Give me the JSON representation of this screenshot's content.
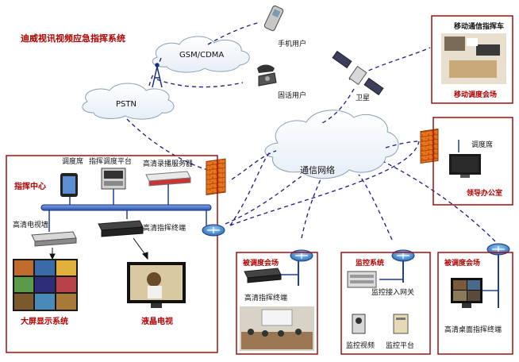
{
  "title": "迪威视讯视频应急指挥系统",
  "clouds": {
    "gsm": "GSM/CDMA",
    "pstn": "PSTN",
    "network": "通信网络"
  },
  "users": {
    "mobile": "手机用户",
    "fixed": "固话用户",
    "satellite": "卫星"
  },
  "command_center": {
    "label": "指挥中心",
    "dispatch_seat": "调度席",
    "dispatch_platform": "指挥调度平台",
    "recording_server": "高清录播服务器",
    "video_wall": "高清电视墙",
    "hd_terminal": "高清指挥终端",
    "big_screen": "大屏显示系统",
    "lcd_tv": "液晶电视"
  },
  "mobile_vehicle": {
    "title": "移动通信指挥车",
    "caption": "移动调度会场"
  },
  "leader_office": {
    "seat": "调度席",
    "caption": "领导办公室"
  },
  "venue_left": {
    "title": "被调度会场",
    "terminal": "高清指挥终端"
  },
  "monitoring": {
    "title": "监控系统",
    "gateway": "监控接入网关",
    "video": "监控视频",
    "platform": "监控平台"
  },
  "venue_right": {
    "title": "被调度会场",
    "terminal": "高清桌面指挥终端"
  },
  "colors": {
    "frame": "#a01010",
    "bus": "#1f3f9f",
    "dashed": "#1a1a8c",
    "label_red": "#b00000"
  }
}
